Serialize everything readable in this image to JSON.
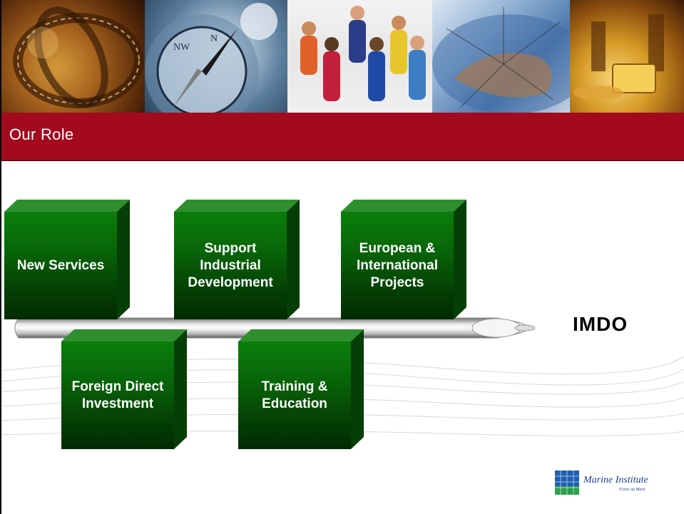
{
  "slide": {
    "title": "Our Role"
  },
  "banner": {
    "panels": [
      {
        "subject": "film-reel-globe"
      },
      {
        "subject": "compass"
      },
      {
        "subject": "business-people"
      },
      {
        "subject": "earth-from-space"
      },
      {
        "subject": "gold-scales"
      }
    ]
  },
  "boxes": [
    {
      "label": "New Services"
    },
    {
      "label": "Support\nIndustrial\nDevelopment"
    },
    {
      "label": "European &\nInternational\nProjects"
    },
    {
      "label": "Foreign Direct\nInvestment"
    },
    {
      "label": "Training &\nEducation"
    }
  ],
  "pipe_label": "IMDO",
  "logo": {
    "name_part1": "Marine",
    "name_part2": "Institute",
    "tagline": "Foras na Mara"
  },
  "colors": {
    "title_bar": "#a30a1e",
    "cube_green": "#086608",
    "logo_blue": "#1f3f8a"
  }
}
